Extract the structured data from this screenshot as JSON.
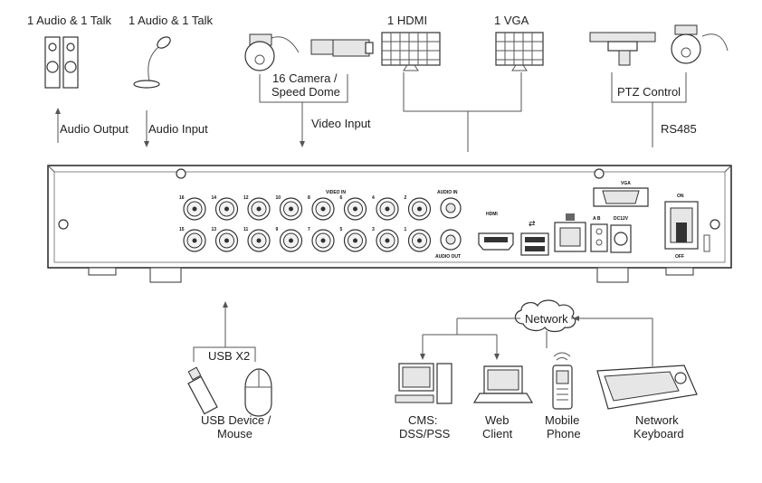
{
  "top_labels": {
    "speaker": "1 Audio  & 1 Talk",
    "mic": "1 Audio & 1 Talk",
    "hdmi": "1 HDMI",
    "vga": "1 VGA"
  },
  "camera_label": [
    "16 Camera /",
    "Speed Dome"
  ],
  "ptz_label": "PTZ Control",
  "links": {
    "audio_output": "Audio  Output",
    "audio_input": "Audio  Input",
    "video_input": "Video Input",
    "rs485": "RS485"
  },
  "panel": {
    "video_in": "VIDEO IN",
    "audio_in": "AUDIO IN",
    "audio_out": "AUDIO OUT",
    "hdmi": "HDMI",
    "vga": "VGA",
    "dc": "DC12V",
    "ab": "A B",
    "on": "ON",
    "off": "OFF",
    "port_numbers_top": [
      "16",
      "14",
      "12",
      "10",
      "8",
      "6",
      "4",
      "2"
    ],
    "port_numbers_bottom": [
      "15",
      "13",
      "11",
      "9",
      "7",
      "5",
      "3",
      "1"
    ]
  },
  "usb_label": "USB X2",
  "usb_device": [
    "USB Device /",
    "Mouse"
  ],
  "network": "Network",
  "clients": {
    "cms": [
      "CMS:",
      "DSS/PSS"
    ],
    "web": [
      "Web",
      "Client"
    ],
    "mobile": [
      "Mobile",
      "Phone"
    ],
    "keyboard": [
      "Network",
      "Keyboard"
    ]
  }
}
